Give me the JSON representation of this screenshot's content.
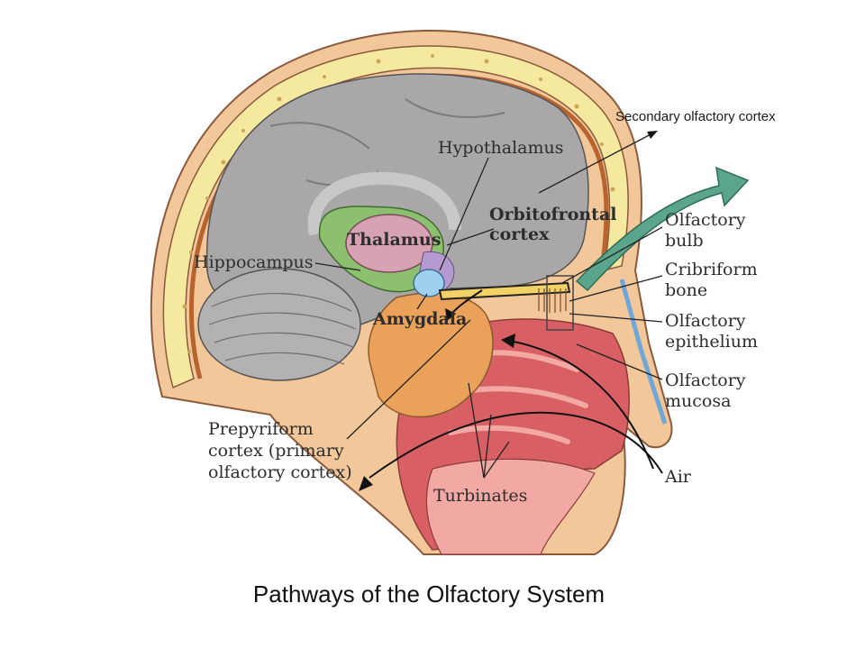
{
  "title": "Pathways of the Olfactory System",
  "labels": {
    "secondary_cortex": "Secondary olfactory cortex",
    "hypothalamus": "Hypothalamus",
    "orbitofrontal_1": "Orbitofrontal",
    "orbitofrontal_2": "cortex",
    "thalamus": "Thalamus",
    "hippocampus": "Hippocampus",
    "amygdala": "Amygdala",
    "olfactory_bulb_1": "Olfactory",
    "olfactory_bulb_2": "bulb",
    "cribriform_1": "Cribriform",
    "cribriform_2": "bone",
    "epithelium_1": "Olfactory",
    "epithelium_2": "epithelium",
    "mucosa_1": "Olfactory",
    "mucosa_2": "mucosa",
    "air": "Air",
    "prepyriform_1": "Prepyriform",
    "prepyriform_2": "cortex (primary",
    "prepyriform_3": "olfactory cortex)",
    "turbinates": "Turbinates"
  },
  "colors": {
    "brain": "#a9a7a8",
    "skull_bone": "#f5e9a0",
    "scalp": "#f2c79a",
    "tissue_red": "#d85f63",
    "tissue_pink": "#f2a8a3",
    "limbic_green": "#8cc06f",
    "thalamus_pink": "#d7a3b3",
    "amygdala_blue": "#9fd0ee",
    "olfactory_arrow": "#5aa58c",
    "brainstem_orange": "#eaa25a"
  }
}
